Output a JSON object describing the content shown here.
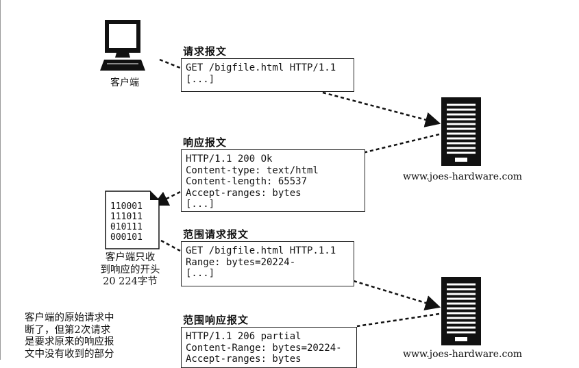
{
  "client": {
    "label": "客户端",
    "partial_caption": [
      "客户端只收",
      "到响应的开头",
      "20 224字节"
    ],
    "file_bits": [
      "110001",
      "111011",
      "010111",
      "000101"
    ]
  },
  "servers": [
    {
      "label": "www.joes-hardware.com"
    },
    {
      "label": "www.joes-hardware.com"
    }
  ],
  "messages": {
    "request": {
      "title": "请求报文",
      "lines": [
        "GET /bigfile.html HTTP/1.1",
        "[...]"
      ]
    },
    "response": {
      "title": "响应报文",
      "lines": [
        "HTTP/1.1 200 Ok",
        "Content-type: text/html",
        "Content-length: 65537",
        "Accept-ranges: bytes",
        "[...]"
      ]
    },
    "range_request": {
      "title": "范围请求报文",
      "lines": [
        "GET /bigfile.html HTTP.1.1",
        "Range: bytes=20224-",
        "[...]"
      ]
    },
    "range_response": {
      "title": "范围响应报文",
      "lines": [
        "HTTP/1.1 206 partial",
        "Content-Range: bytes=20224-",
        "Accept-ranges: bytes"
      ]
    }
  },
  "note": [
    "客户端的原始请求中",
    "断了，但第2次请求",
    "是要求原来的响应报",
    "文中没有收到的部分"
  ],
  "colors": {
    "ink": "#111111",
    "background": "#ffffff"
  }
}
